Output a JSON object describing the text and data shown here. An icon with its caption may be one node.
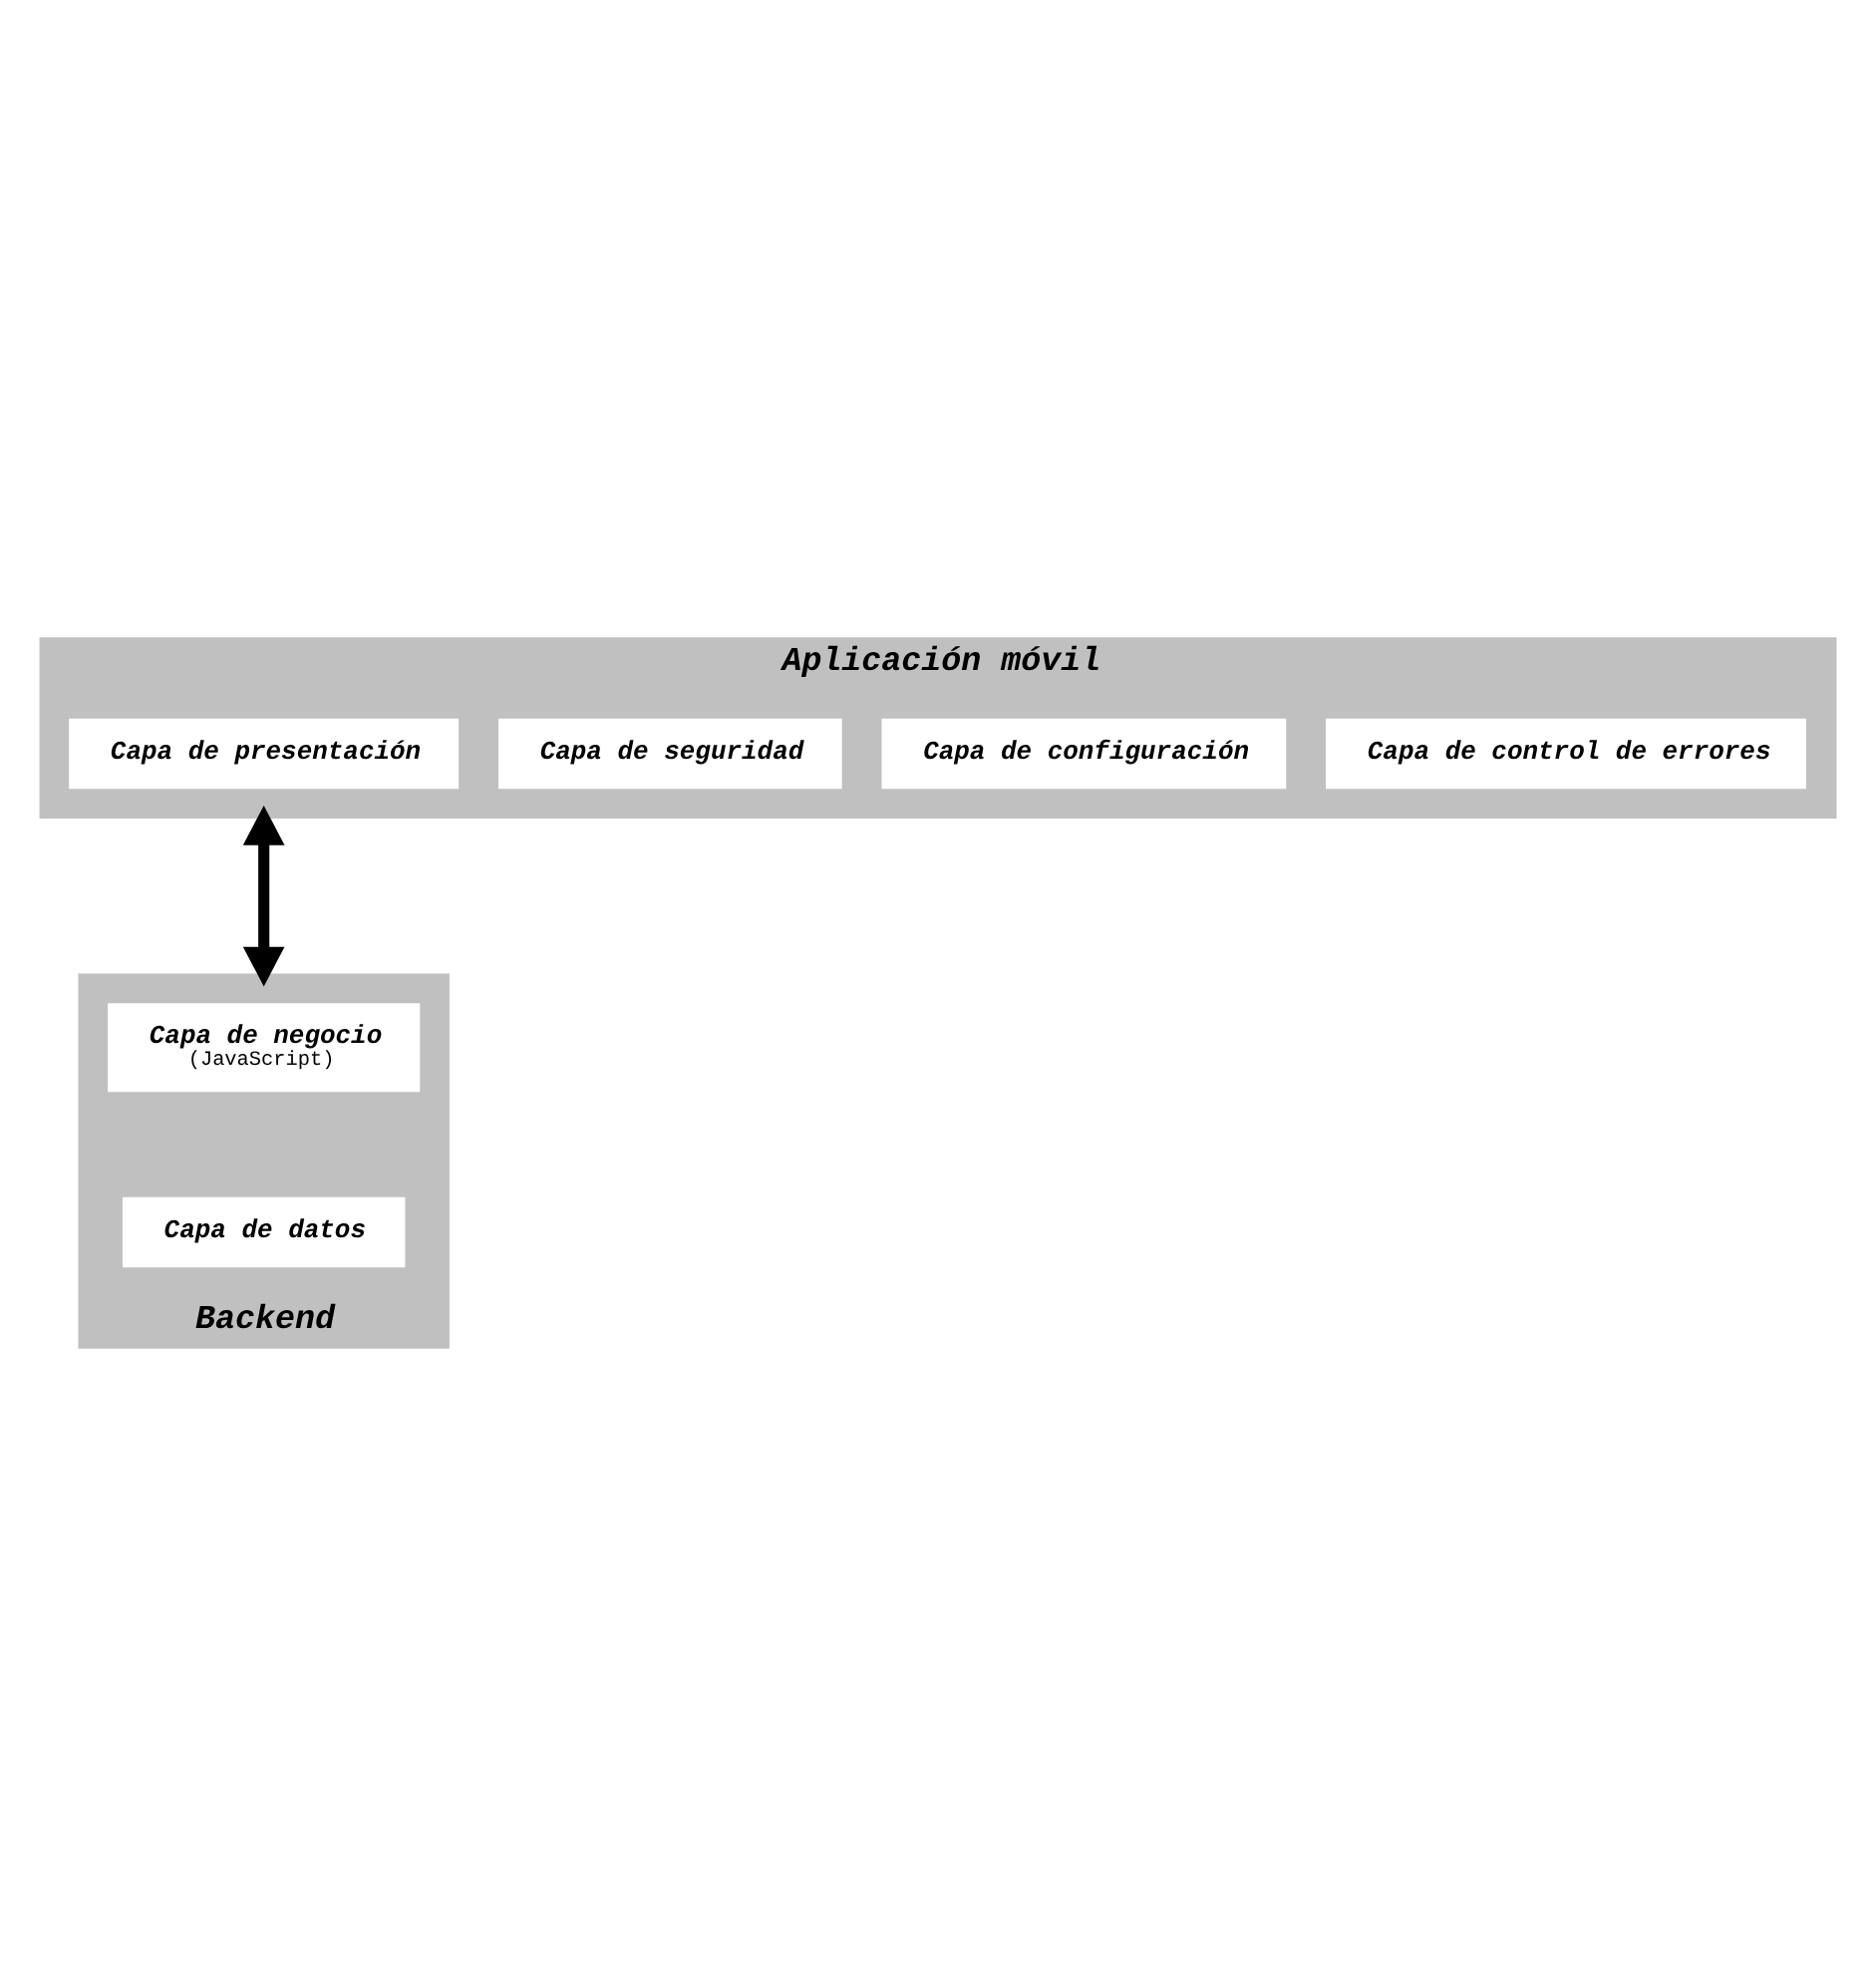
{
  "diagram": {
    "nodes": [
      {
        "text": [
          "Aplicación móvil"
        ]
      },
      {
        "text": [
          "Capa de presentación"
        ],
        "in": 0
      },
      {
        "text": [
          "Capa de seguridad"
        ],
        "in": 0
      },
      {
        "text": [
          "Capa de configuración"
        ],
        "in": 0
      },
      {
        "text": [
          "Capa de control de errores"
        ],
        "in": 0
      },
      {
        "text": [
          "Backend"
        ]
      },
      {
        "text": [
          "Capa de negocio",
          "(JavaScript)"
        ],
        "in": 5
      },
      {
        "text": [
          "Capa de datos"
        ],
        "in": 5
      }
    ],
    "edges": [
      {
        "from": 0,
        "to": 5,
        "arrow": "both"
      }
    ]
  }
}
